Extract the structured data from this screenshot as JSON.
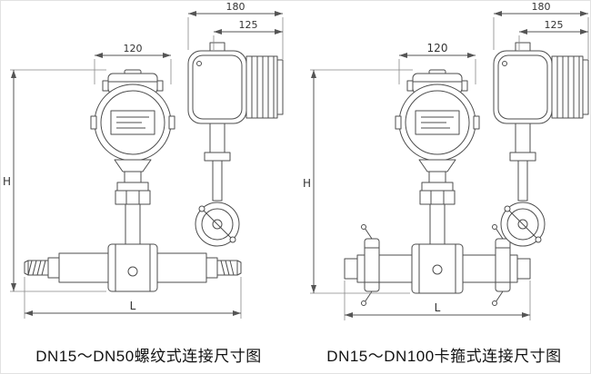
{
  "left": {
    "caption": "DN15～DN50螺纹式连接尺寸图",
    "dims": {
      "front_width": "120",
      "side_width": "180",
      "side_inner": "125",
      "height": "H",
      "length": "L"
    }
  },
  "right": {
    "caption": "DN15～DN100卡箍式连接尺寸图",
    "dims": {
      "front_width": "120",
      "side_width": "180",
      "side_inner": "125",
      "height": "H",
      "length": "L"
    }
  },
  "colors": {
    "background": "#ffffff",
    "drawing_line": "#4d4d4d",
    "dimension_line": "#555555",
    "caption_text": "#111111"
  }
}
